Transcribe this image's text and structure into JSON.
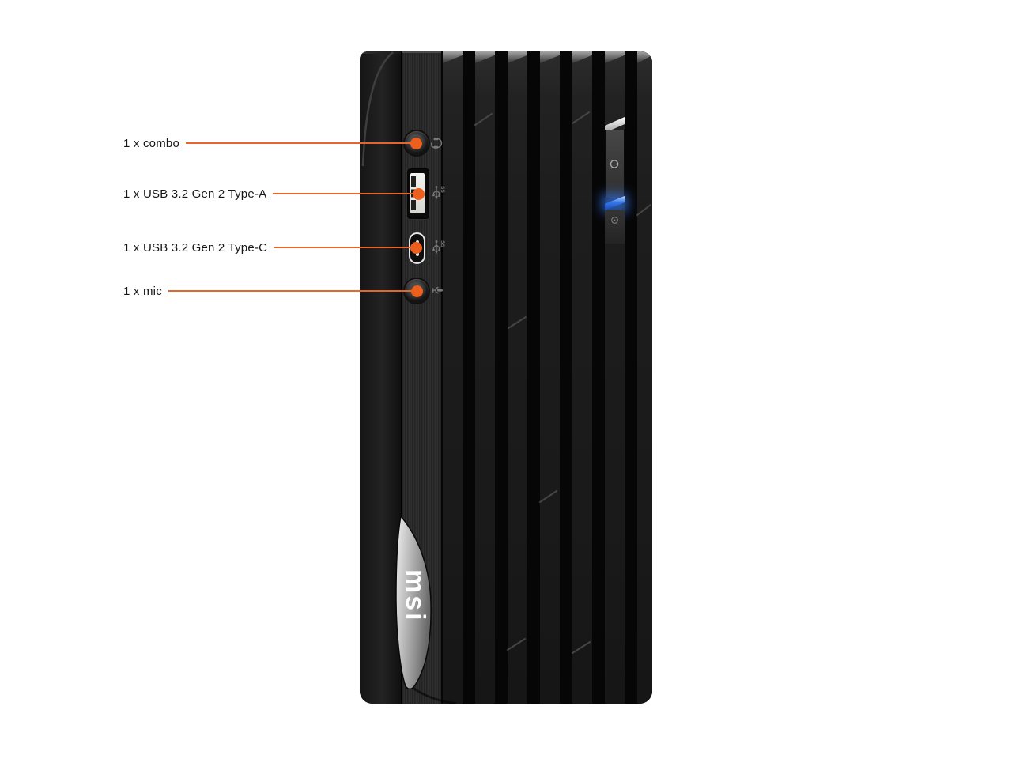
{
  "page": {
    "background_color": "#ffffff",
    "subject": "MSI desktop tower front panel with port callouts"
  },
  "callout": {
    "line_color": "#e4662a",
    "dot_color": "#ed5f1d",
    "text_color": "#161616"
  },
  "annotations": [
    {
      "label": "1 x combo",
      "target": "combo-audio-jack"
    },
    {
      "label": "1 x USB 3.2 Gen 2 Type-A",
      "target": "usb-a-port"
    },
    {
      "label": "1 x USB 3.2 Gen 2 Type-C",
      "target": "usb-c-port"
    },
    {
      "label": "1 x mic",
      "target": "mic-jack"
    }
  ],
  "device": {
    "brand_label": "msi",
    "port_glyphs": [
      "headset-icon",
      "usb-10gbps-icon",
      "usb-10gbps-icon",
      "mic-icon"
    ],
    "power": {
      "power_symbol_icon": "power-icon",
      "led_color": "#3577e8",
      "hdd_led_icon": "hdd-led-icon"
    }
  }
}
